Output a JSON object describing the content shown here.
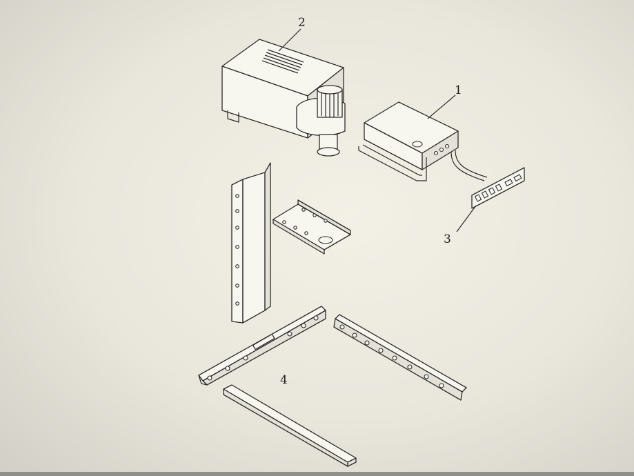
{
  "diagram": {
    "callouts": {
      "c1": "1",
      "c2": "2",
      "c3": "3",
      "c4": "4"
    }
  },
  "colors": {
    "line": "#2a2a2a",
    "paper": "#f3f1e6"
  }
}
